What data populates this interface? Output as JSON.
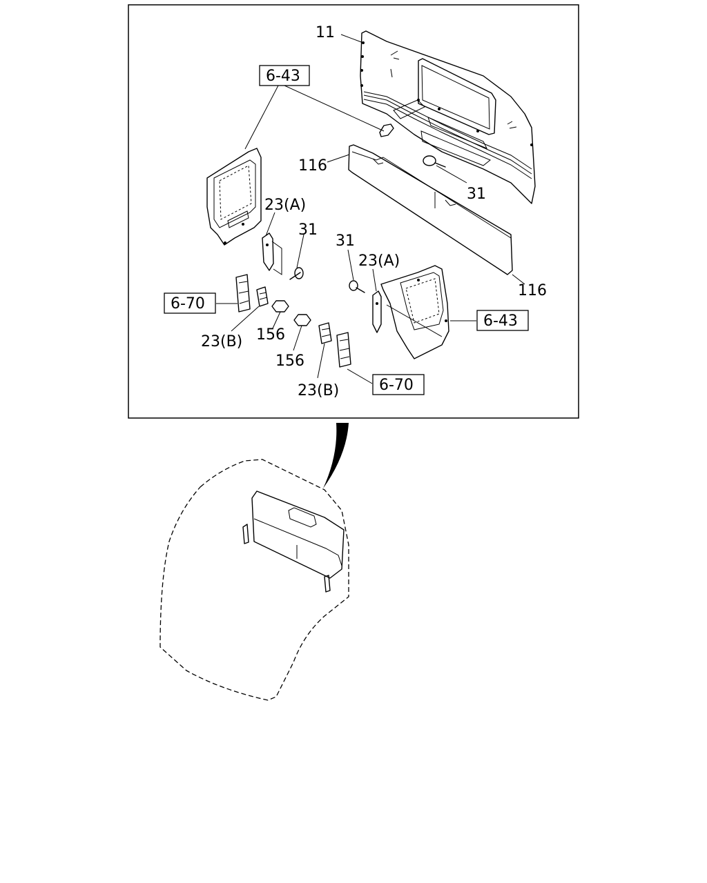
{
  "callouts": {
    "part_11": "11",
    "part_116_upper": "116",
    "part_116_lower": "116",
    "part_31_right": "31",
    "part_31_mid": "31",
    "part_31_center": "31",
    "part_23a_left": "23(A)",
    "part_23a_right": "23(A)",
    "part_23b_left": "23(B)",
    "part_23b_right": "23(B)",
    "part_156_left": "156",
    "part_156_right": "156"
  },
  "ref_boxes": {
    "ref_643_top": "6-43",
    "ref_643_right": "6-43",
    "ref_670_left": "6-70",
    "ref_670_right": "6-70"
  }
}
